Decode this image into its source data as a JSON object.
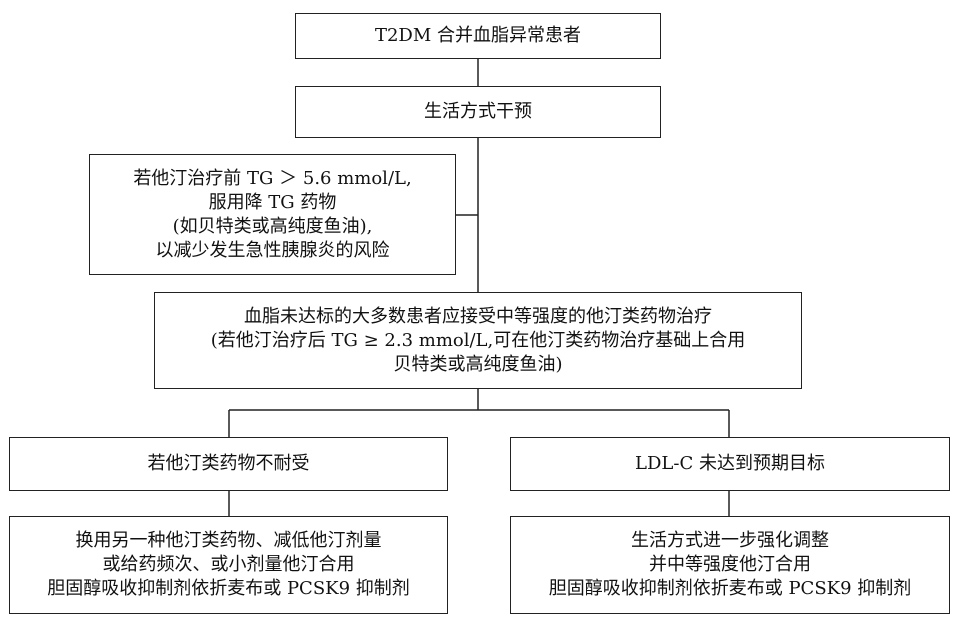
{
  "nodes": {
    "start": {
      "lines": [
        "T2DM 合并血脂异常患者"
      ]
    },
    "lifestyle": {
      "lines": [
        "生活方式干预"
      ]
    },
    "tg_side": {
      "lines": [
        "若他汀治疗前 TG ＞ 5.6 mmol/L,",
        "服用降 TG 药物",
        "(如贝特类或高纯度鱼油),",
        "以减少发生急性胰腺炎的风险"
      ]
    },
    "statin": {
      "lines": [
        "血脂未达标的大多数患者应接受中等强度的他汀类药物治疗",
        "(若他汀治疗后 TG ≥ 2.3 mmol/L,可在他汀类药物治疗基础上合用",
        "贝特类或高纯度鱼油)"
      ]
    },
    "intolerant": {
      "lines": [
        "若他汀类药物不耐受"
      ]
    },
    "ldl_not_met": {
      "lines": [
        "LDL-C 未达到预期目标"
      ]
    },
    "intolerant_action": {
      "lines": [
        "换用另一种他汀类药物、减低他汀剂量",
        "或给药频次、或小剂量他汀合用",
        "胆固醇吸收抑制剂依折麦布或 PCSK9 抑制剂"
      ]
    },
    "ldl_action": {
      "lines": [
        "生活方式进一步强化调整",
        "并中等强度他汀合用",
        "胆固醇吸收抑制剂依折麦布或 PCSK9 抑制剂"
      ]
    }
  }
}
